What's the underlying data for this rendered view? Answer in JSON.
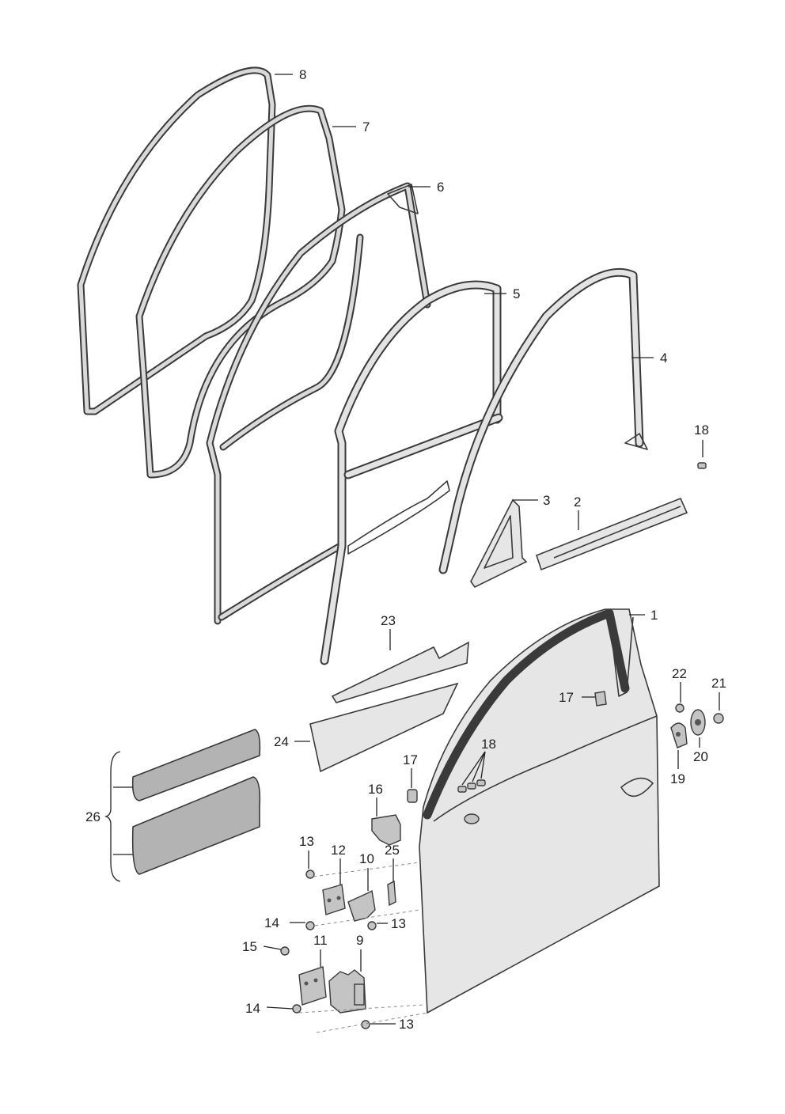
{
  "labels": {
    "p1": "1",
    "p2": "2",
    "p3": "3",
    "p4": "4",
    "p5": "5",
    "p6": "6",
    "p7": "7",
    "p8": "8",
    "p9": "9",
    "p10": "10",
    "p11": "11",
    "p12": "12",
    "p13a": "13",
    "p13b": "13",
    "p13c": "13",
    "p14a": "14",
    "p14b": "14",
    "p15": "15",
    "p16": "16",
    "p17a": "17",
    "p17b": "17",
    "p18a": "18",
    "p18b": "18",
    "p19": "19",
    "p20": "20",
    "p21": "21",
    "p22": "22",
    "p23": "23",
    "p24": "24",
    "p25": "25",
    "p26": "26"
  }
}
